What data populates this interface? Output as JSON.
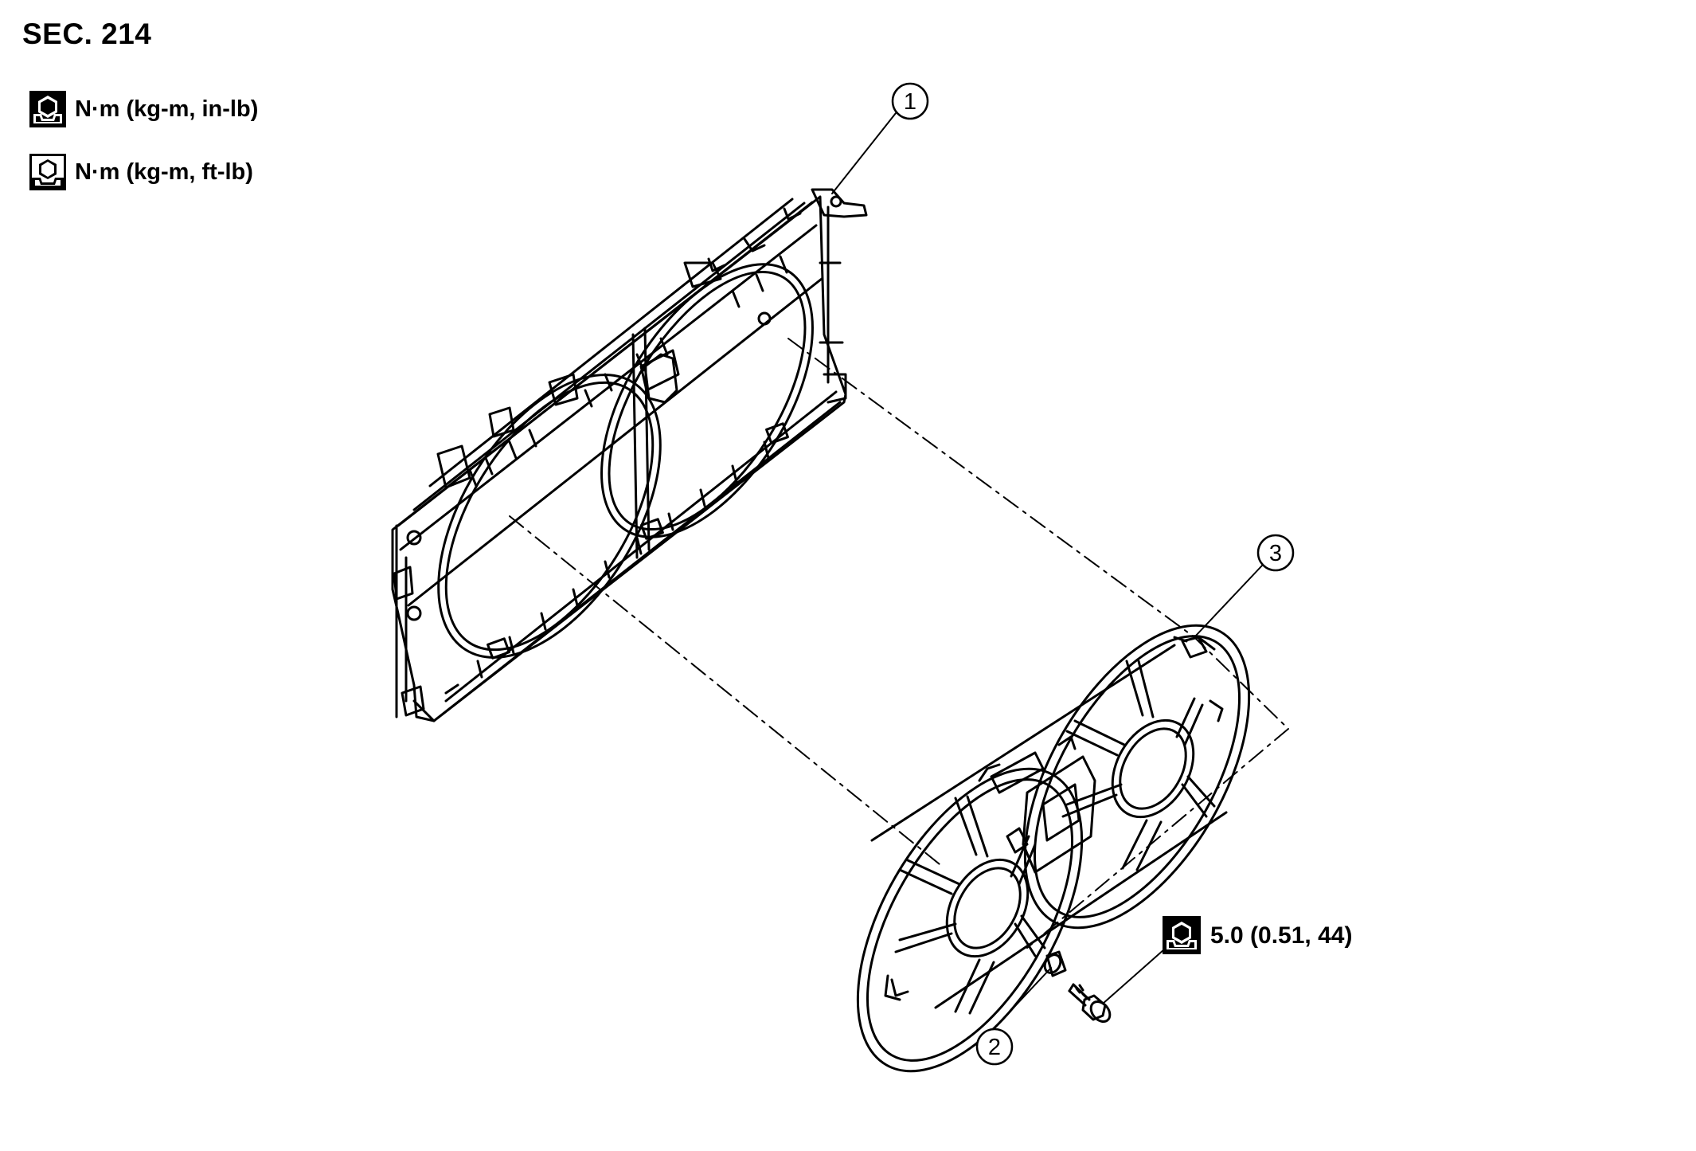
{
  "section": {
    "title": "SEC. 214"
  },
  "legend": [
    {
      "icon": "torque-wrench-filled-icon",
      "text": "N·m (kg-m, in-lb)"
    },
    {
      "icon": "torque-wrench-outline-icon",
      "text": "N·m (kg-m, ft-lb)"
    }
  ],
  "callouts": [
    {
      "number": "1"
    },
    {
      "number": "2"
    },
    {
      "number": "3"
    }
  ],
  "torque_spec": {
    "icon": "torque-wrench-filled-icon",
    "value": "5.0 (0.51, 44)"
  }
}
